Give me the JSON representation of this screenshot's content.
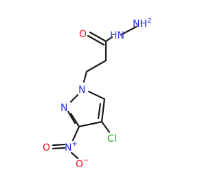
{
  "molecule": {
    "atoms": {
      "oxygen_carbonyl": {
        "text": "O",
        "color": "#e8141e"
      },
      "hydrazide_nh": {
        "text": "HN",
        "color": "#2b32e6"
      },
      "hydrazide_nh2": {
        "text": "NH",
        "sub": "2",
        "color": "#2b32e6"
      },
      "pyrazole_n1": {
        "text": "N",
        "color": "#2b32e6"
      },
      "pyrazole_n2": {
        "text": "N",
        "color": "#2b32e6"
      },
      "nitro_n": {
        "text": "N",
        "charge": "+",
        "color": "#2b32e6"
      },
      "nitro_o_double": {
        "text": "O",
        "color": "#e8141e"
      },
      "nitro_o_single": {
        "text": "O",
        "charge": "−",
        "color": "#e8141e"
      },
      "chlorine": {
        "text": "Cl",
        "color": "#2f9e2f"
      }
    }
  }
}
